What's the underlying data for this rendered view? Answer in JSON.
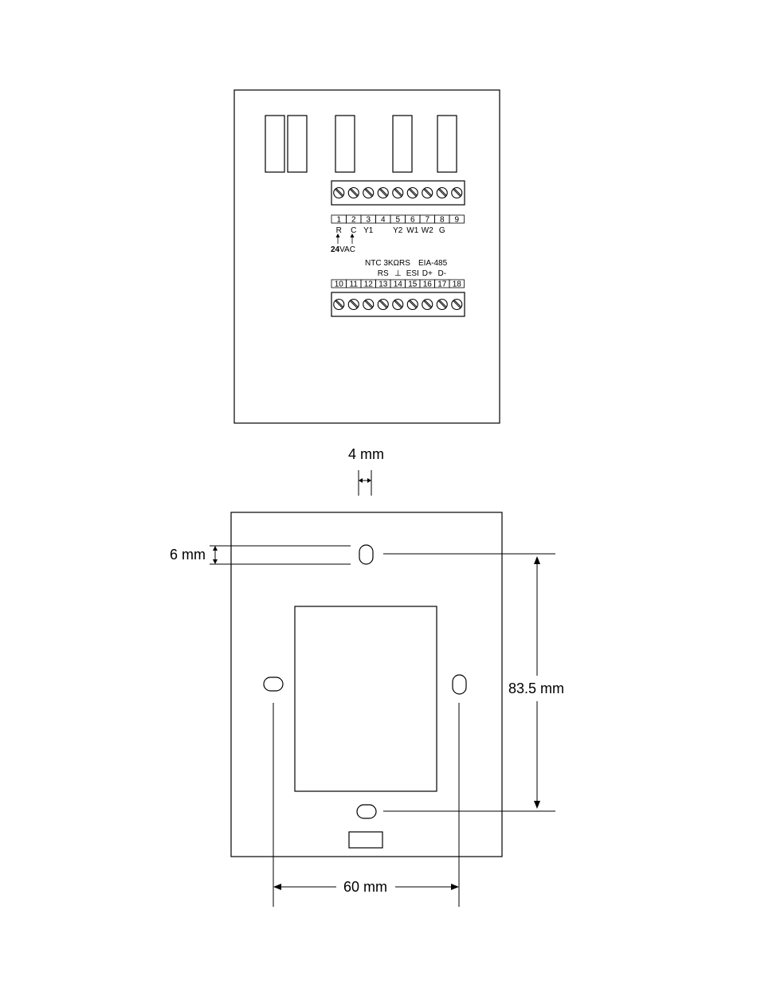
{
  "terminal_block_top": {
    "numbers": [
      "1",
      "2",
      "3",
      "4",
      "5",
      "6",
      "7",
      "8",
      "9"
    ],
    "labels": [
      "R",
      "C",
      "Y1",
      "",
      "Y2",
      "W1",
      "W2",
      "G",
      ""
    ]
  },
  "power_label": {
    "bold": "24",
    "rest": "VAC"
  },
  "terminal_block_bottom": {
    "numbers": [
      "10",
      "11",
      "12",
      "13",
      "14",
      "15",
      "16",
      "17",
      "18"
    ],
    "upper_labels": {
      "ntc": "NTC 3KΩ",
      "rs": "RS",
      "eia": "EIA-485"
    },
    "labels": [
      "",
      "",
      "",
      "RS",
      "⊥",
      "ESI",
      "D+",
      "D-",
      ""
    ]
  },
  "dimensions": {
    "slot_width": "4 mm",
    "slot_height": "6 mm",
    "vertical_spacing": "83.5 mm",
    "horizontal_spacing": "60 mm"
  },
  "icons": {
    "screw": "screw-icon",
    "arrow": "up-arrow-icon"
  }
}
